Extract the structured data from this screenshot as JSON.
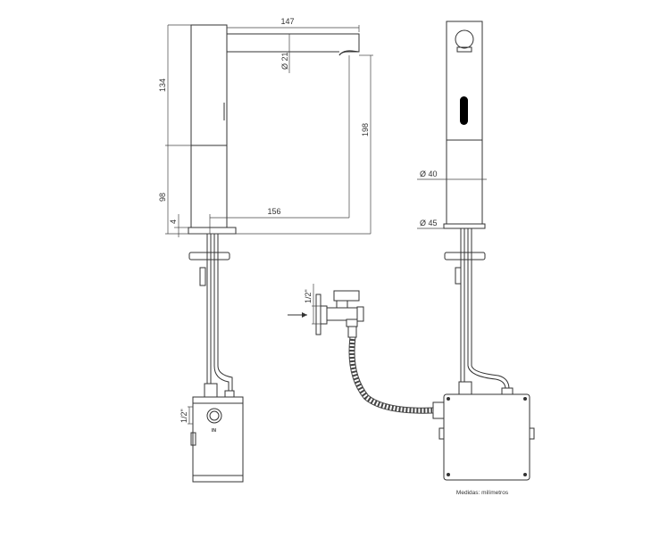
{
  "dimensions": {
    "spout_length": "147",
    "spout_diameter": "Ø 21",
    "upper_height": "134",
    "lower_height": "98",
    "base_thickness": "4",
    "reach": "156",
    "spout_height": "198",
    "body_diameter": "Ø 40",
    "base_diameter": "Ø 45",
    "inlet_thread_box": "1/2\"",
    "inlet_thread_valve": "1/2\""
  },
  "labels": {
    "inlet": "IN",
    "units_note": "Medidas: milímetros"
  }
}
